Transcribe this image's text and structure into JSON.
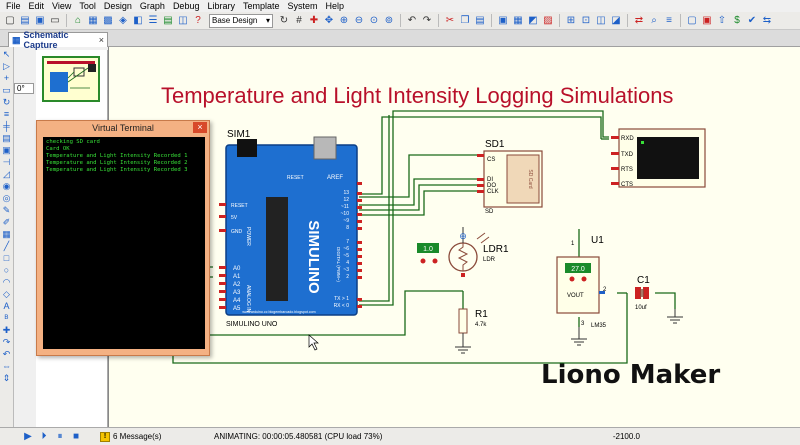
{
  "menu": [
    "File",
    "Edit",
    "View",
    "Tool",
    "Design",
    "Graph",
    "Debug",
    "Library",
    "Template",
    "System",
    "Help"
  ],
  "toolbar": {
    "design_select": "Base Design"
  },
  "tab": {
    "label": "Schematic Capture"
  },
  "rotation_field": "0°",
  "schematic": {
    "title": "Temperature and Light Intensity Logging Simulations",
    "watermark": "Liono Maker",
    "arduino": {
      "ref": "SIM1",
      "name": "SIMULINO UNO",
      "brand": "SIMULINO",
      "power_header": "POWER",
      "analog_header": "ANALOG IN",
      "digital_header": "DIGITAL (PWM~)",
      "reset": "RESET",
      "aref": "AREF",
      "power_pins": [
        "RESET",
        "5V",
        "GND"
      ],
      "analog_pins": [
        "A0",
        "A1",
        "A2",
        "A3",
        "A4",
        "A5"
      ],
      "digital_pins": [
        "13",
        "12",
        "~11",
        "~10",
        "~9",
        "8",
        "7",
        "~6",
        "~5",
        "4",
        "~3",
        "2",
        "TX > 1",
        "RX < 0"
      ],
      "url": "www.arduino.cc blogembarcado.blogspot.com"
    },
    "sd": {
      "ref": "SD1",
      "pins": [
        "CS",
        "DI",
        "DO",
        "CLK"
      ],
      "footer": "SD",
      "card_label": "SD Card"
    },
    "terminal": {
      "pins": [
        "RXD",
        "TXD",
        "RTS",
        "CTS"
      ]
    },
    "ldr": {
      "ref": "LDR1",
      "value": "LDR",
      "readout": "1.0"
    },
    "r1": {
      "ref": "R1",
      "value": "4.7k"
    },
    "u1": {
      "ref": "U1",
      "value": "LM35",
      "pin_top": "1",
      "pin_out": "2",
      "pin_gnd": "3",
      "out_label": "VOUT",
      "readout": "27.0"
    },
    "c1": {
      "ref": "C1",
      "value": "10uf"
    }
  },
  "virtual_terminal": {
    "title": "Virtual Terminal",
    "lines": [
      "checking SD card",
      "Card OK",
      "Temperature and Light Intensity Recorded 1",
      "Temperature and Light Intensity Recorded 2",
      "Temperature and Light Intensity Recorded 3"
    ]
  },
  "status": {
    "messages": "6 Message(s)",
    "animating": "ANIMATING: 00:00:05.480581 (CPU load 73%)",
    "coord": "-2100.0"
  },
  "colors": {
    "wire": "#1a6a1a",
    "board": "#1e6fd0",
    "title": "#b8102a",
    "terminal_text": "#38e038",
    "window": "#f4b183"
  }
}
